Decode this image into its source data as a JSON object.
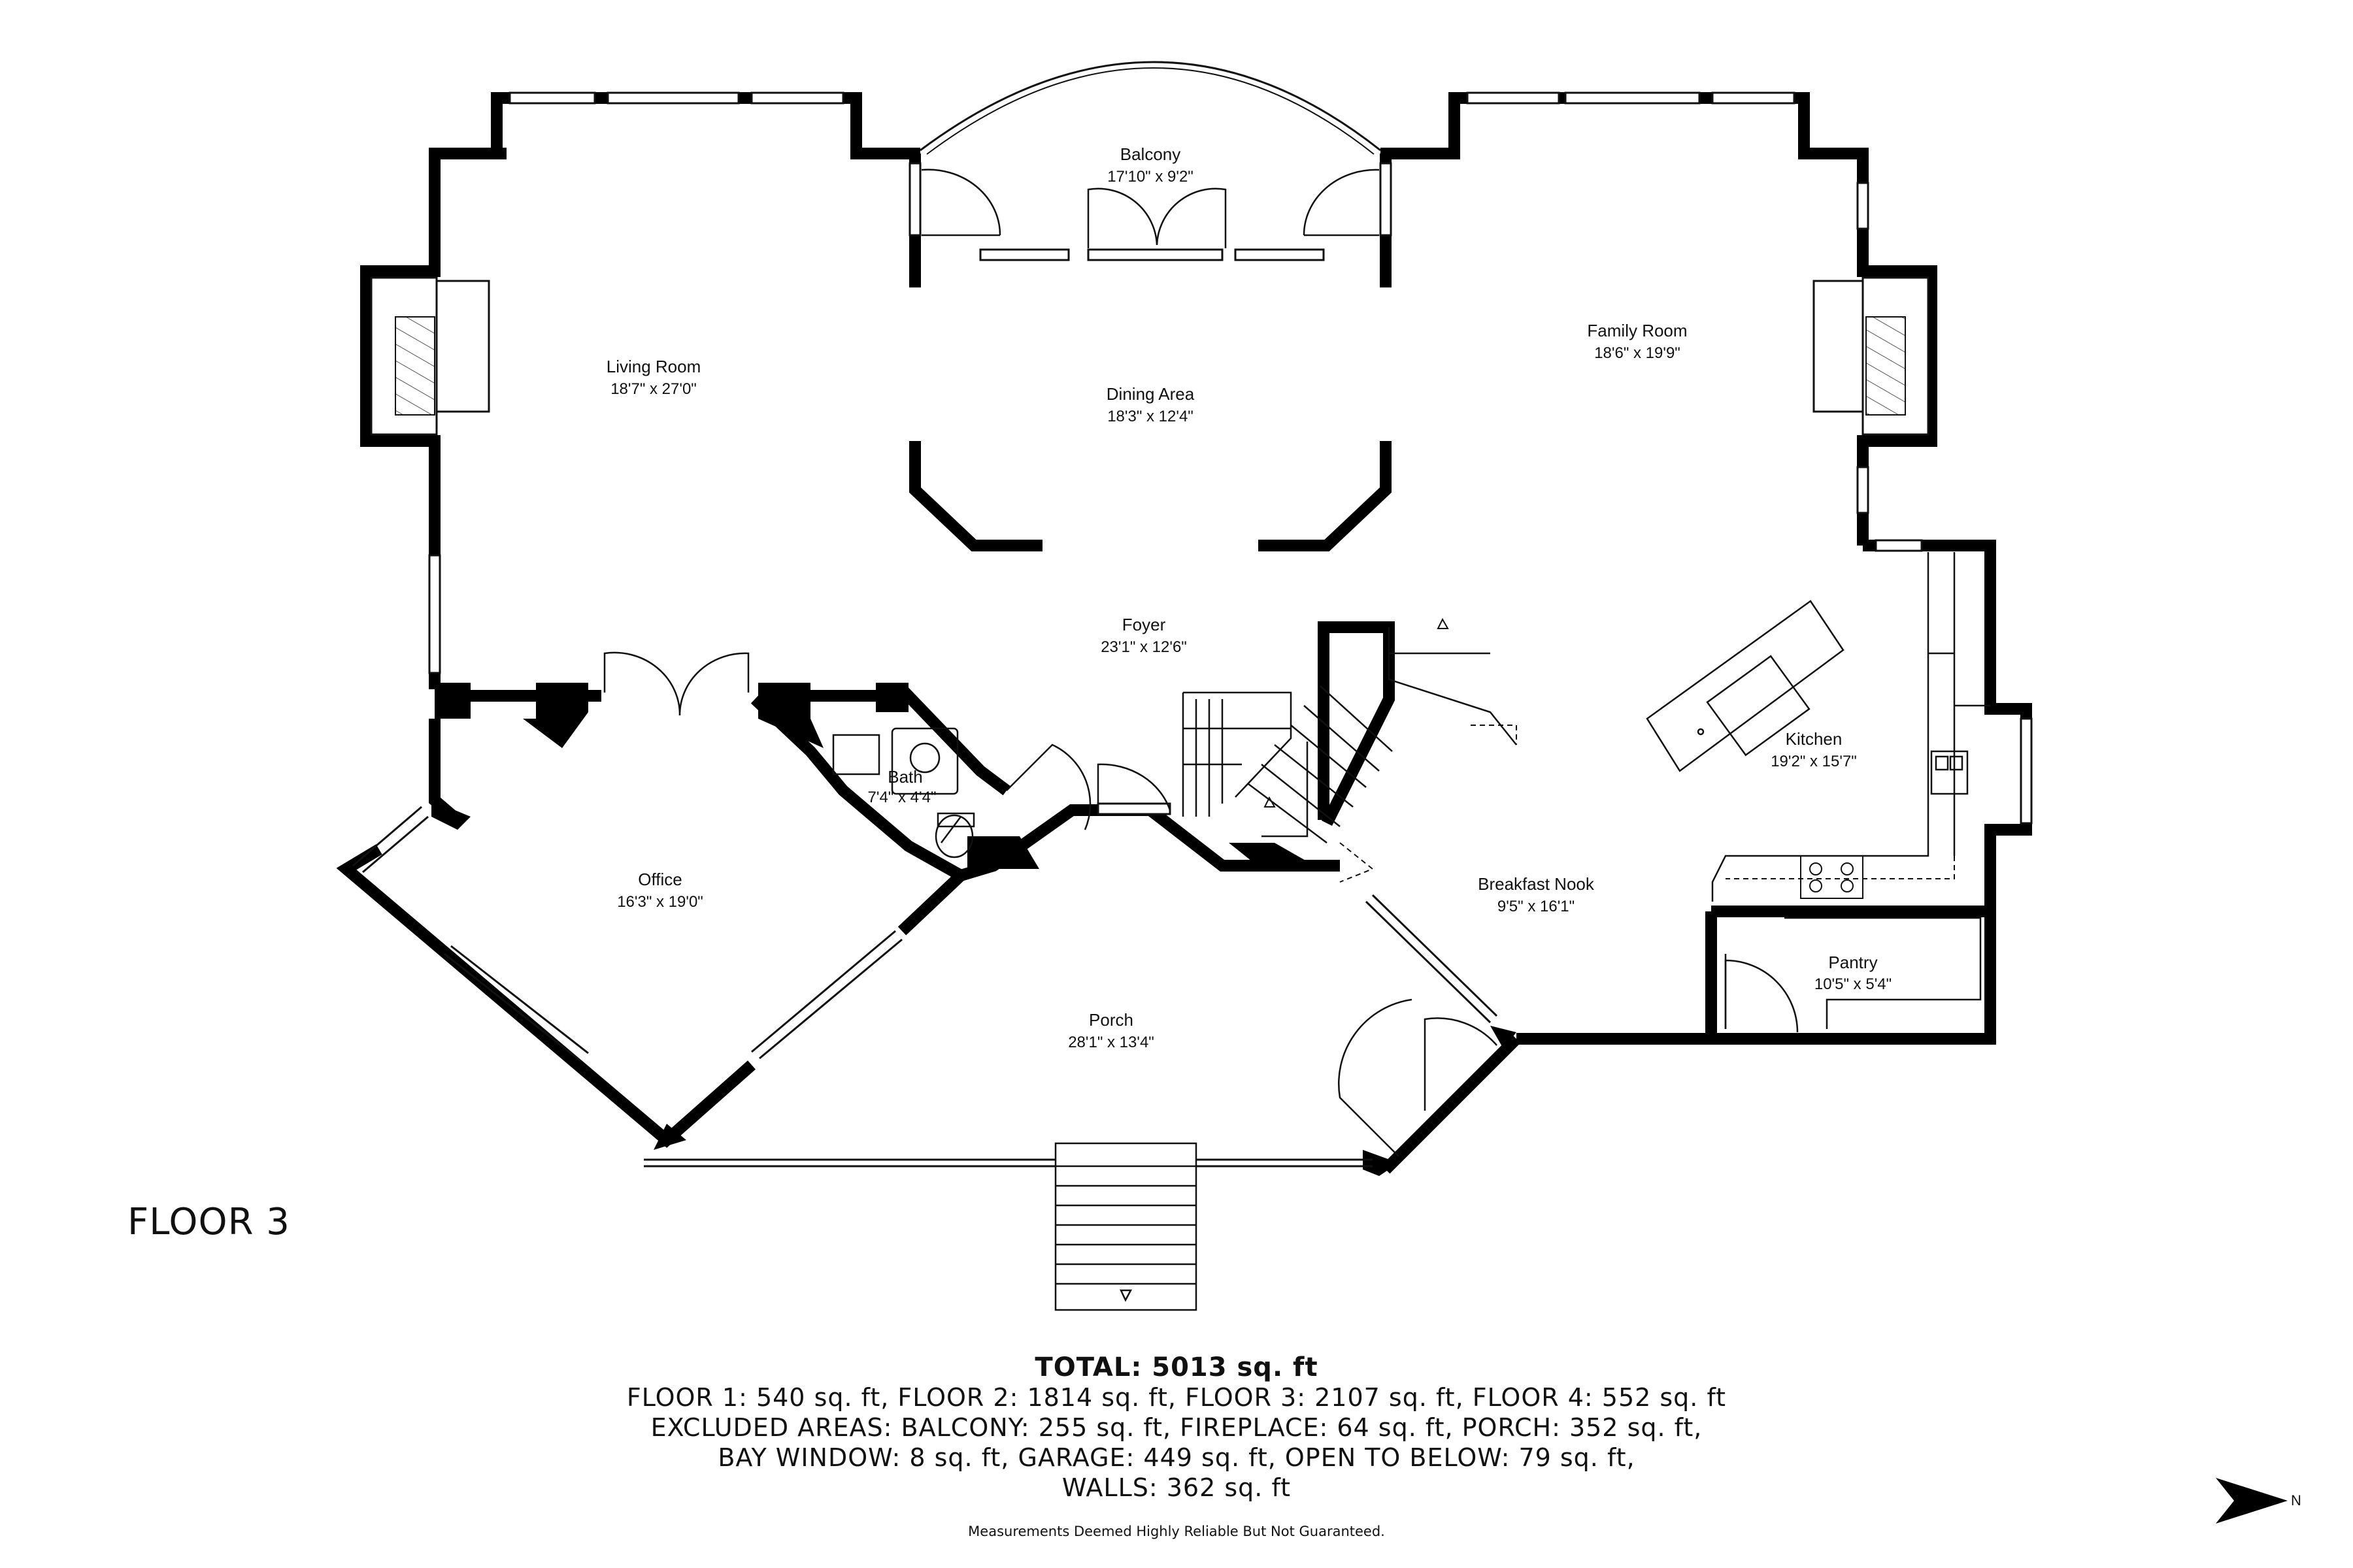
{
  "floor_label": "FLOOR 3",
  "rooms": {
    "balcony": {
      "name": "Balcony",
      "dim": "17'10\" x 9'2\""
    },
    "living": {
      "name": "Living Room",
      "dim": "18'7\" x 27'0\""
    },
    "dining": {
      "name": "Dining Area",
      "dim": "18'3\" x 12'4\""
    },
    "family": {
      "name": "Family Room",
      "dim": "18'6\" x 19'9\""
    },
    "foyer": {
      "name": "Foyer",
      "dim": "23'1\" x 12'6\""
    },
    "kitchen": {
      "name": "Kitchen",
      "dim": "19'2\" x 15'7\""
    },
    "bath": {
      "name": "Bath",
      "dim": "7'4\" x 4'4\""
    },
    "office": {
      "name": "Office",
      "dim": "16'3\" x 19'0\""
    },
    "nook": {
      "name": "Breakfast Nook",
      "dim": "9'5\" x 16'1\""
    },
    "pantry": {
      "name": "Pantry",
      "dim": "10'5\" x 5'4\""
    },
    "porch": {
      "name": "Porch",
      "dim": "28'1\" x 13'4\""
    }
  },
  "summary": {
    "total": "TOTAL: 5013 sq. ft",
    "line1": "FLOOR 1: 540 sq. ft, FLOOR 2: 1814 sq. ft, FLOOR 3: 2107 sq. ft, FLOOR 4: 552 sq. ft",
    "line2": "EXCLUDED AREAS: BALCONY: 255 sq. ft, FIREPLACE: 64 sq. ft, PORCH: 352 sq. ft,",
    "line3": "BAY WINDOW: 8 sq. ft, GARAGE: 449 sq. ft, OPEN TO BELOW: 79 sq. ft,",
    "line4": "WALLS: 362 sq. ft"
  },
  "disclaimer": "Measurements Deemed Highly Reliable But Not Guaranteed.",
  "compass": {
    "letter": "N",
    "icon": "north-arrow-icon"
  }
}
